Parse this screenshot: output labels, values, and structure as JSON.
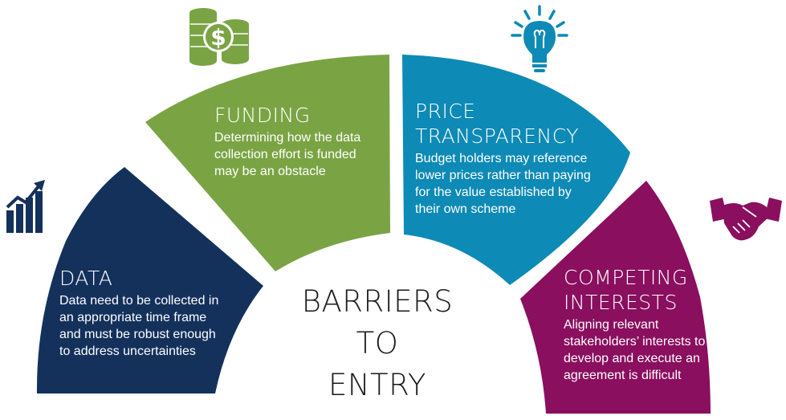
{
  "center_title": "BARRIERS\nTO\nENTRY",
  "colors": {
    "data": "#14315c",
    "funding": "#7aa444",
    "price": "#0d8ab5",
    "competing": "#8a0f5e"
  },
  "segments": [
    {
      "key": "data",
      "title": "DATA",
      "description": "Data need to be collected in\nan appropriate time frame\nand must be robust enough\nto address uncertainties",
      "icon": "growth-chart-icon"
    },
    {
      "key": "funding",
      "title": "FUNDING",
      "description": "Determining how the data\ncollection effort is funded\nmay be an obstacle",
      "icon": "dollar-coins-icon"
    },
    {
      "key": "price",
      "title": "PRICE\nTRANSPARENCY",
      "description": "Budget holders may reference\nlower prices rather than paying\nfor the value established by\ntheir own scheme",
      "icon": "light-bulb-icon"
    },
    {
      "key": "competing",
      "title": "COMPETING\nINTERESTS",
      "description": "Aligning relevant\nstakeholders’ interests to\ndevelop and execute an\nagreement is difficult",
      "icon": "handshake-icon"
    }
  ]
}
